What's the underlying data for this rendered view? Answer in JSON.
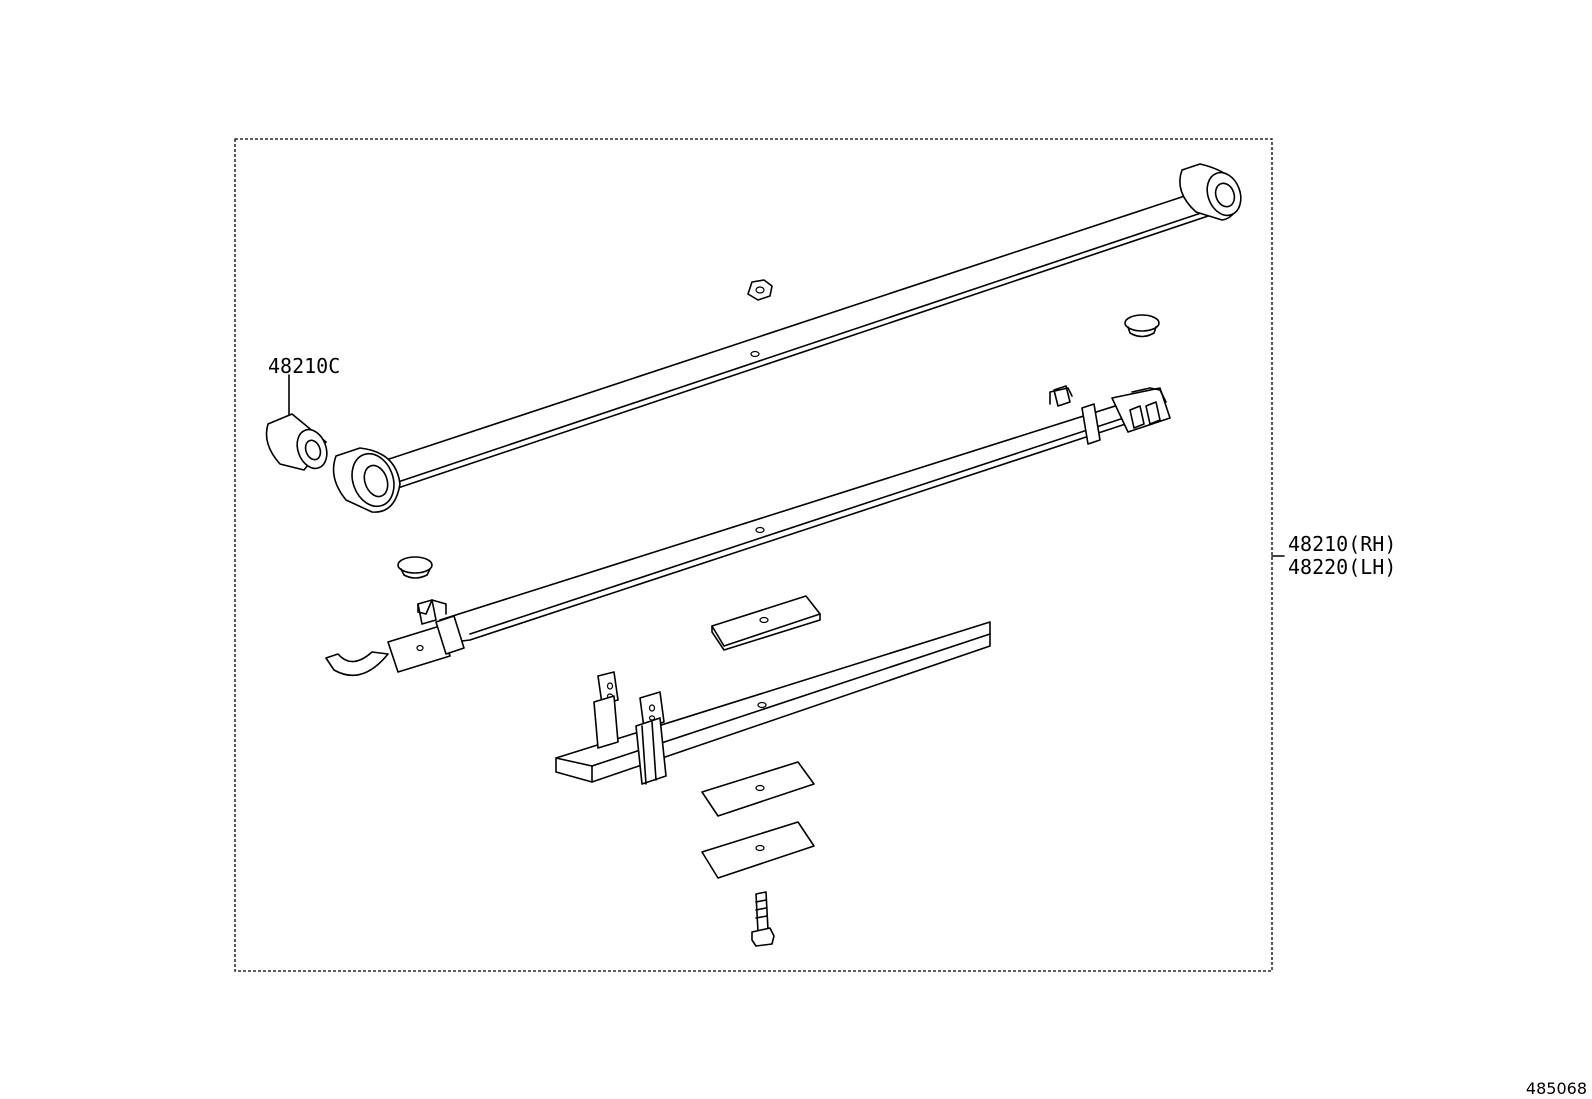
{
  "labels": {
    "bushing": "48210C",
    "spring_rh": "48210(RH)",
    "spring_lh": "48220(LH)",
    "figure_id": "485068"
  }
}
